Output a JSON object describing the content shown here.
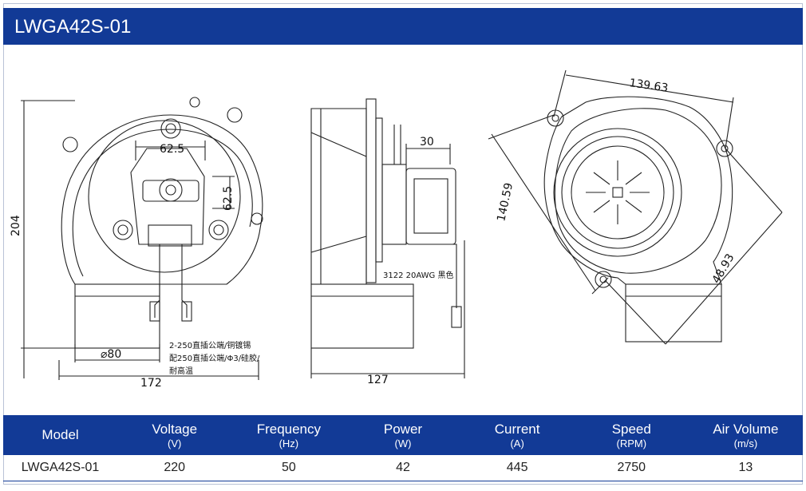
{
  "title": "LWGA42S-01",
  "drawing": {
    "front": {
      "height": "204",
      "width": "172",
      "outlet": "⌀80",
      "hole_spacing_x": "62.5",
      "hole_spacing_y": "62.5",
      "terminal_note_1": "2-250直插公端/铜镀锡",
      "terminal_note_2": "配250直插公端/Φ3/硅胶/",
      "terminal_note_3": "耐高温"
    },
    "side": {
      "depth": "127",
      "motor_offset": "30",
      "wire_note": "3122 20AWG 黑色"
    },
    "rear": {
      "mount_width": "139.63",
      "mount_height": "140.59",
      "outlet_dim": "48.93"
    }
  },
  "specs": {
    "headers": [
      {
        "name": "Model",
        "unit": ""
      },
      {
        "name": "Voltage",
        "unit": "(V)"
      },
      {
        "name": "Frequency",
        "unit": "(Hz)"
      },
      {
        "name": "Power",
        "unit": "(W)"
      },
      {
        "name": "Current",
        "unit": "(A)"
      },
      {
        "name": "Speed",
        "unit": "(RPM)"
      },
      {
        "name": "Air Volume",
        "unit": "(m/s)"
      }
    ],
    "row": [
      "LWGA42S-01",
      "220",
      "50",
      "42",
      "445",
      "2750",
      "13"
    ]
  }
}
